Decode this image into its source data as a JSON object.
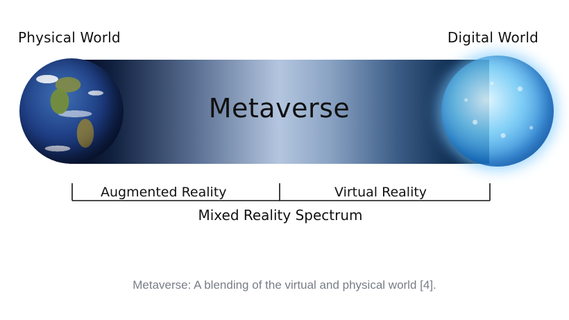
{
  "diagram": {
    "left_label": "Physical World",
    "right_label": "Digital World",
    "center_label": "Metaverse",
    "segments": [
      "Augmented Reality",
      "Virtual Reality"
    ],
    "spectrum_label": "Mixed Reality Spectrum",
    "left_icon": "earth-globe",
    "right_icon": "digital-globe"
  },
  "caption": "Metaverse: A blending of the virtual and physical world [4].",
  "colors": {
    "band_dark": "#040a1e",
    "band_light": "#b4c6df",
    "caption_text": "#777d86"
  }
}
